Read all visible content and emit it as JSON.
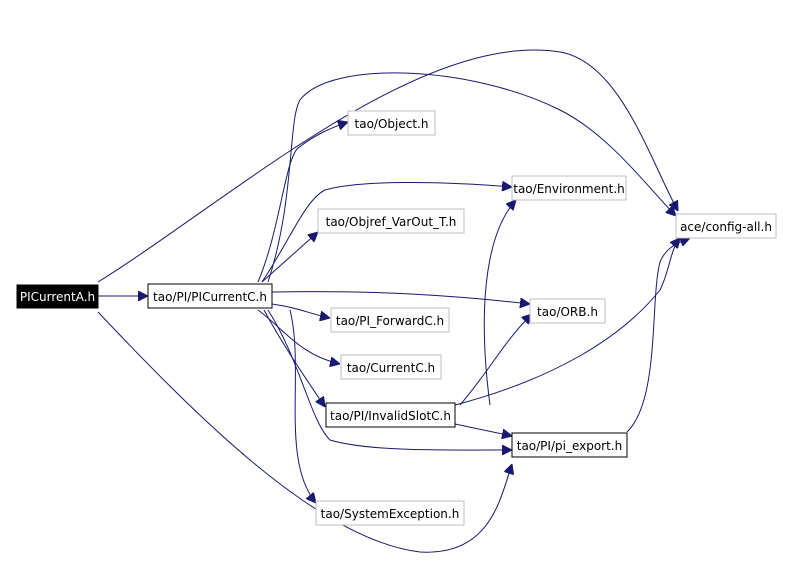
{
  "graph": {
    "edge_color": "#191970",
    "nodes": {
      "picurrenta": "PICurrentA.h",
      "picurrentc": "tao/PI/PICurrentC.h",
      "object": "tao/Object.h",
      "environment": "tao/Environment.h",
      "objref": "tao/Objref_VarOut_T.h",
      "config": "ace/config-all.h",
      "orb": "tao/ORB.h",
      "forward": "tao/PI_ForwardC.h",
      "current": "tao/CurrentC.h",
      "invalid": "tao/PI/InvalidSlotC.h",
      "piexport": "tao/PI/pi_export.h",
      "sysexc": "tao/SystemException.h"
    },
    "edges": [
      [
        "PICurrentA.h",
        "tao/PI/PICurrentC.h"
      ],
      [
        "PICurrentA.h",
        "ace/config-all.h"
      ],
      [
        "PICurrentA.h",
        "tao/PI/pi_export.h"
      ],
      [
        "tao/PI/PICurrentC.h",
        "tao/Object.h"
      ],
      [
        "tao/PI/PICurrentC.h",
        "tao/Environment.h"
      ],
      [
        "tao/PI/PICurrentC.h",
        "tao/Objref_VarOut_T.h"
      ],
      [
        "tao/PI/PICurrentC.h",
        "ace/config-all.h"
      ],
      [
        "tao/PI/PICurrentC.h",
        "tao/ORB.h"
      ],
      [
        "tao/PI/PICurrentC.h",
        "tao/PI_ForwardC.h"
      ],
      [
        "tao/PI/PICurrentC.h",
        "tao/CurrentC.h"
      ],
      [
        "tao/PI/PICurrentC.h",
        "tao/PI/InvalidSlotC.h"
      ],
      [
        "tao/PI/PICurrentC.h",
        "tao/PI/pi_export.h"
      ],
      [
        "tao/PI/PICurrentC.h",
        "tao/SystemException.h"
      ],
      [
        "tao/PI/InvalidSlotC.h",
        "tao/Environment.h"
      ],
      [
        "tao/PI/InvalidSlotC.h",
        "tao/ORB.h"
      ],
      [
        "tao/PI/InvalidSlotC.h",
        "ace/config-all.h"
      ],
      [
        "tao/PI/InvalidSlotC.h",
        "tao/PI/pi_export.h"
      ],
      [
        "tao/PI/pi_export.h",
        "ace/config-all.h"
      ]
    ]
  }
}
